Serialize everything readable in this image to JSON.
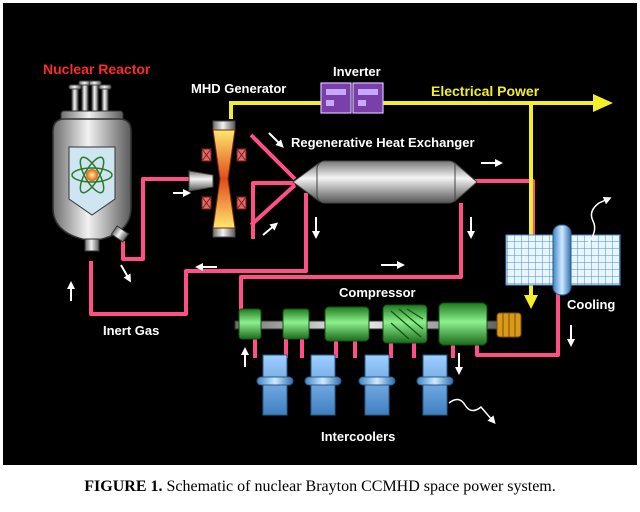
{
  "labels": {
    "reactor": "Nuclear Reactor",
    "mhd": "MHD Generator",
    "inverter": "Inverter",
    "power": "Electrical Power",
    "regen": "Regenerative Heat Exchanger",
    "compressor": "Compressor",
    "cooling": "Cooling",
    "inert_gas": "Inert Gas",
    "intercoolers": "Intercoolers"
  },
  "caption": {
    "number": "FIGURE 1.",
    "text": "Schematic of nuclear Brayton CCMHD space power system."
  },
  "colors": {
    "background": "#000000",
    "pipe": "#ff4f86",
    "power_line": "#f2ee2a",
    "reactor_label": "#ff2a2a",
    "text": "#ffffff",
    "compressor": "#3fbf3f",
    "intercooler": "#5f9fd8",
    "inverter": "#7a3fa8"
  },
  "icons": [
    "reactor-vessel-icon",
    "atom-icon",
    "flow-arrow-icon",
    "heat-rejection-wave-icon"
  ]
}
